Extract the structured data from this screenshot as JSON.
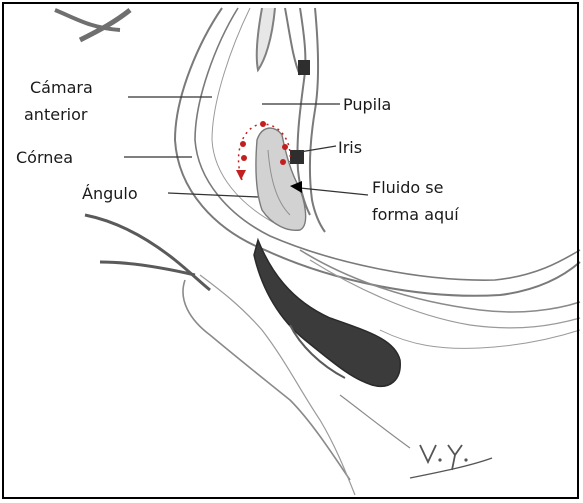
{
  "labels": {
    "camara_line1": "Cámara",
    "camara_line2": "anterior",
    "cornea": "Córnea",
    "angulo": "Ángulo",
    "pupila": "Pupila",
    "iris": "Iris",
    "fluido_line1": "Fluido se",
    "fluido_line2": "forma aquí"
  },
  "signature": "V.Y.",
  "colors": {
    "pencil": "#7a7a7a",
    "dark_tissue": "#3b3b3b",
    "flow_dots": "#c21f1f",
    "border": "#000000"
  }
}
